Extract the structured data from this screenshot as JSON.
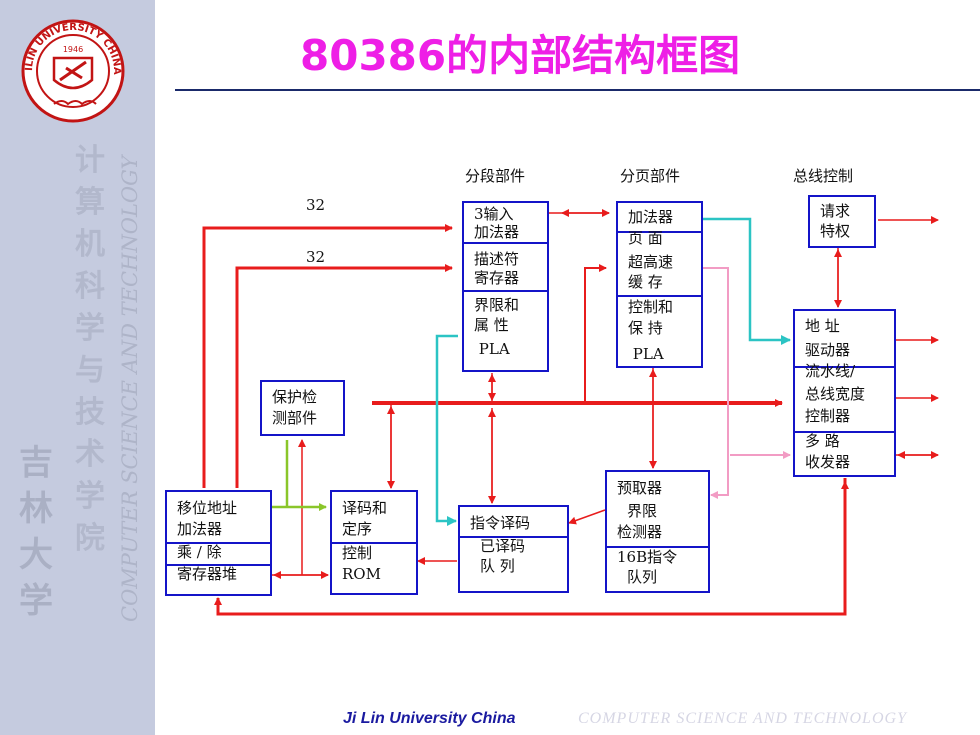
{
  "title": "80386的内部结构框图",
  "sidebar": {
    "college_cn": "计算机科学与技术学院",
    "univ_cn": "吉林大学",
    "college_en": "COMPUTER SCIENCE AND TECHNOLOGY",
    "logo": {
      "ring_top": "JILIN UNIVERSITY CHINA",
      "year": "1946"
    }
  },
  "headers": {
    "segment": "分段部件",
    "paging": "分页部件",
    "bus": "总线控制"
  },
  "bus_width_labels": [
    "32",
    "32"
  ],
  "blocks": {
    "seg": [
      "3输入",
      "加法器",
      "描述符",
      "寄存器",
      "界限和",
      "属 性",
      " PLA"
    ],
    "page": [
      "加法器",
      "页 面",
      "超高速",
      "缓 存",
      "控制和",
      "保 持",
      " PLA"
    ],
    "req": [
      "请求",
      "特权"
    ],
    "busctl": [
      "地 址",
      "驱动器",
      "流水线/",
      "总线宽度",
      "控制器",
      "多 路",
      "收发器"
    ],
    "prot": [
      "保护检",
      "测部件"
    ],
    "alu": [
      "移位地址",
      "加法器",
      "乘 / 除",
      "寄存器堆"
    ],
    "decode": [
      "译码和",
      "定序",
      "控制",
      "ROM"
    ],
    "instr": [
      "指令译码",
      "已译码",
      "队 列"
    ],
    "prefetch": [
      "预取器",
      "界限",
      "检测器",
      "16B指令",
      "队列"
    ]
  },
  "footer": {
    "left": "Ji Lin University China",
    "right": "COMPUTER SCIENCE AND TECHNOLOGY"
  },
  "colors": {
    "title": "#ee1fe6",
    "box_border": "#1414c8",
    "bus": "#e81c1c",
    "cyan": "#2bc4c4",
    "pink": "#f29cc4",
    "green": "#8ac62a"
  }
}
